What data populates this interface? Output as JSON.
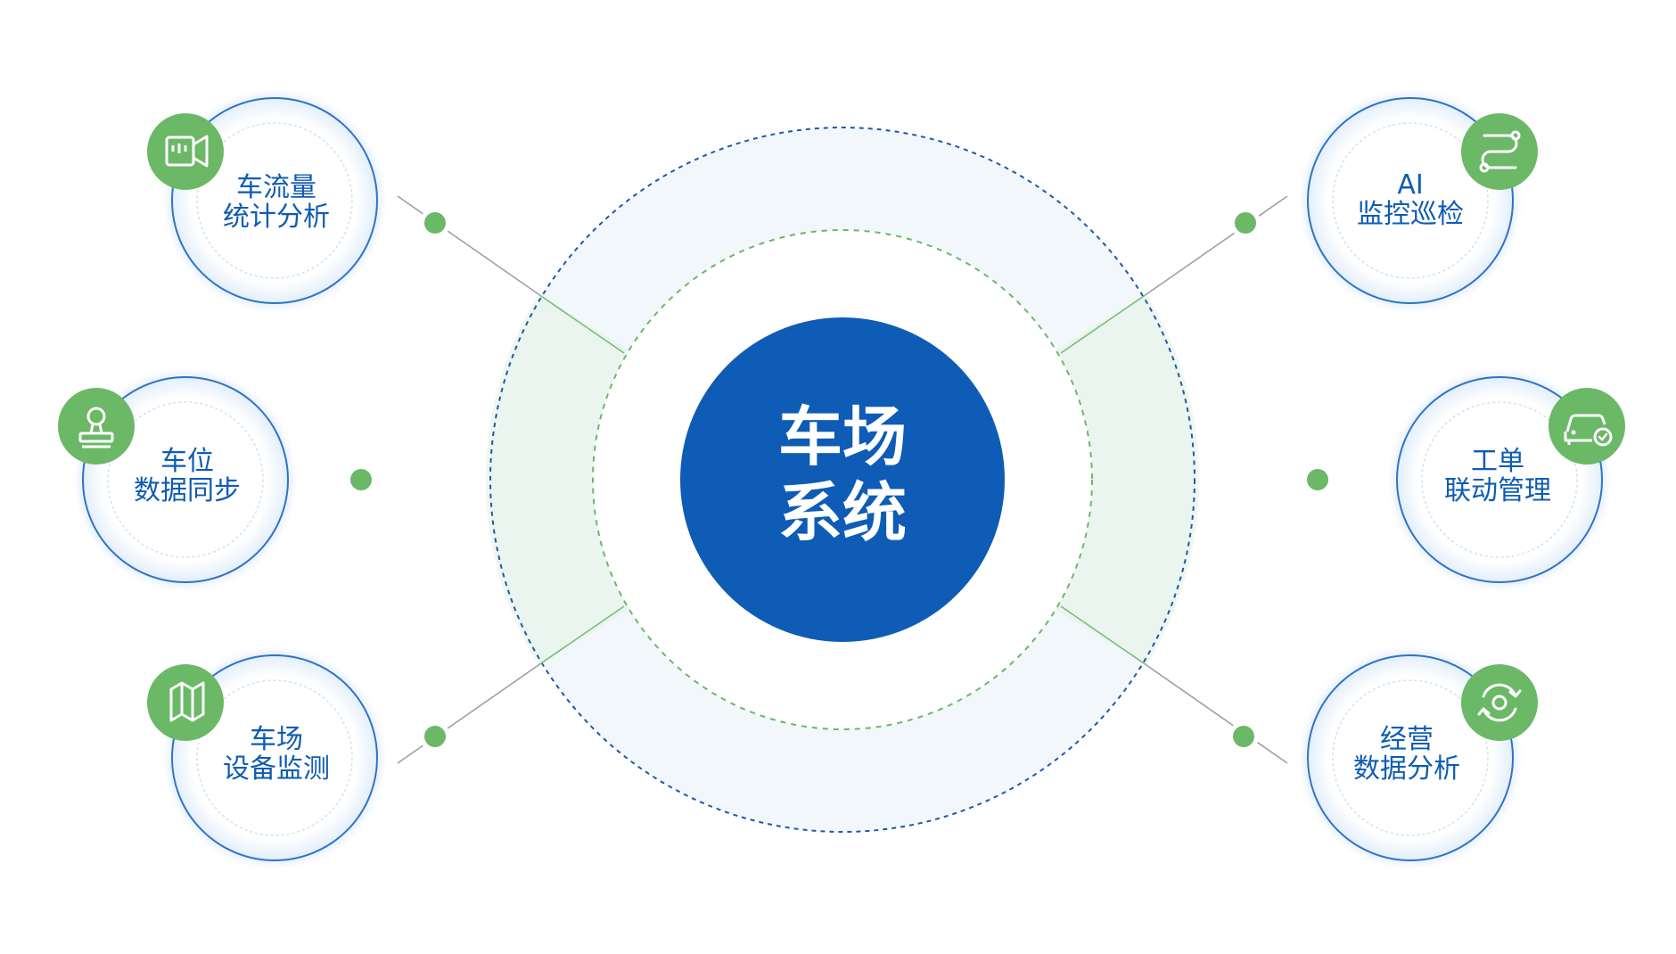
{
  "center": {
    "line1": "车场",
    "line2": "系统"
  },
  "nodes": [
    {
      "id": "traffic",
      "line1": "车流量",
      "line2": "统计分析",
      "icon": "video-camera-icon"
    },
    {
      "id": "sync",
      "line1": "车位",
      "line2": "数据同步",
      "icon": "stamp-icon"
    },
    {
      "id": "device",
      "line1": "车场",
      "line2": "设备监测",
      "icon": "map-icon"
    },
    {
      "id": "ai",
      "line1": "AI",
      "line2": "监控巡检",
      "icon": "route-icon"
    },
    {
      "id": "workorder",
      "line1": "工单",
      "line2": "联动管理",
      "icon": "car-check-icon"
    },
    {
      "id": "business",
      "line1": "经营",
      "line2": "数据分析",
      "icon": "cycle-icon"
    }
  ],
  "colors": {
    "center_fill": "#0e5cb5",
    "accent_green": "#6bb867",
    "text_blue": "#0e5cb5",
    "ring_blue": "#1d5aa8",
    "ring_fill": "#f2f7fc"
  }
}
